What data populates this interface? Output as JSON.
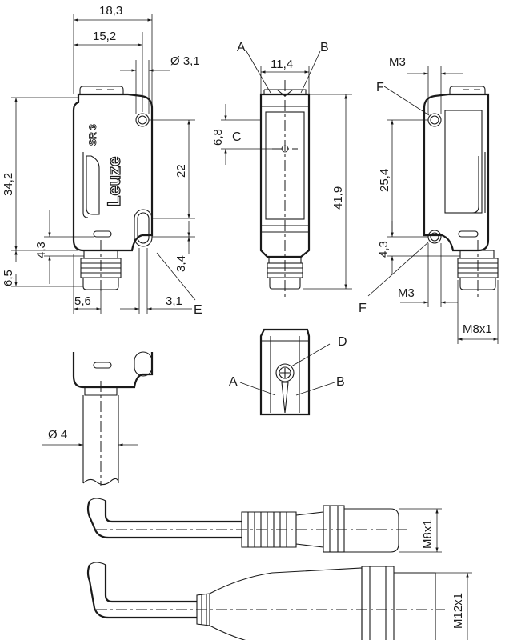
{
  "dimensions": {
    "width_total": "18,3",
    "width_mount": "15,2",
    "hole_dia": "Ø 3,1",
    "height_body": "34,2",
    "hole_spacing": "22",
    "bottom_4_3_left": "4,3",
    "connector_6_5": "6,5",
    "offset_5_6": "5,6",
    "bottom_3_1": "3,1",
    "offset_3_4": "3,4",
    "front_width": "11,4",
    "optical_axis": "6,8",
    "height_total": "41,9",
    "thread_top": "M3",
    "hole_spacing_back": "25,4",
    "bottom_4_3_right": "4,3",
    "thread_bottom": "M3",
    "connector_m8": "M8x1",
    "cable_dia": "Ø 4",
    "connector_m8_side": "M8x1",
    "connector_m12_side": "M12x1"
  },
  "labels": {
    "a_front": "A",
    "b_front": "B",
    "c": "C",
    "e": "E",
    "f_top": "F",
    "f_bottom": "F",
    "d": "D",
    "a_top": "A",
    "b_top": "B"
  },
  "branding": {
    "logo": "Leuze",
    "model": "SR 3"
  }
}
